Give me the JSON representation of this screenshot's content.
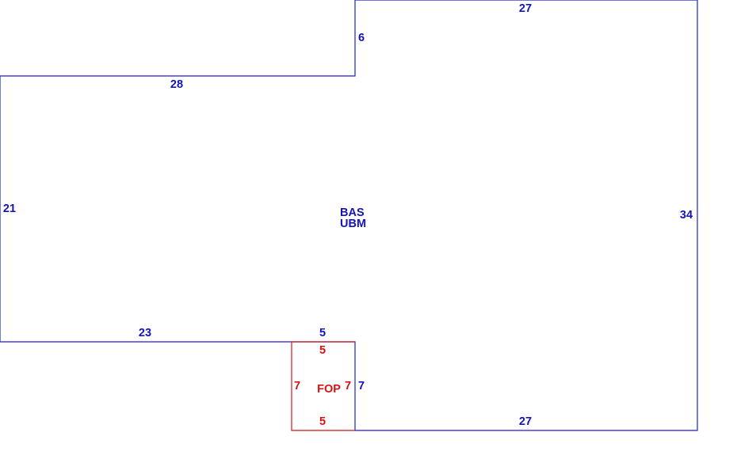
{
  "colors": {
    "main_outline": "#1e1ed2",
    "main_text": "#1414b8",
    "porch_outline": "#d21414",
    "porch_text": "#d21414"
  },
  "main_area": {
    "labels": [
      "BAS",
      "UBM"
    ],
    "dimensions": {
      "top_right": "27",
      "step_vertical": "6",
      "top_left": "28",
      "left": "21",
      "right": "34",
      "bottom_left": "23",
      "bottom_notch": "5",
      "notch_vertical": "7",
      "bottom_right": "27"
    }
  },
  "porch_area": {
    "label": "FOP",
    "dimensions": {
      "top": "5",
      "left": "7",
      "right": "7",
      "bottom": "5"
    }
  }
}
